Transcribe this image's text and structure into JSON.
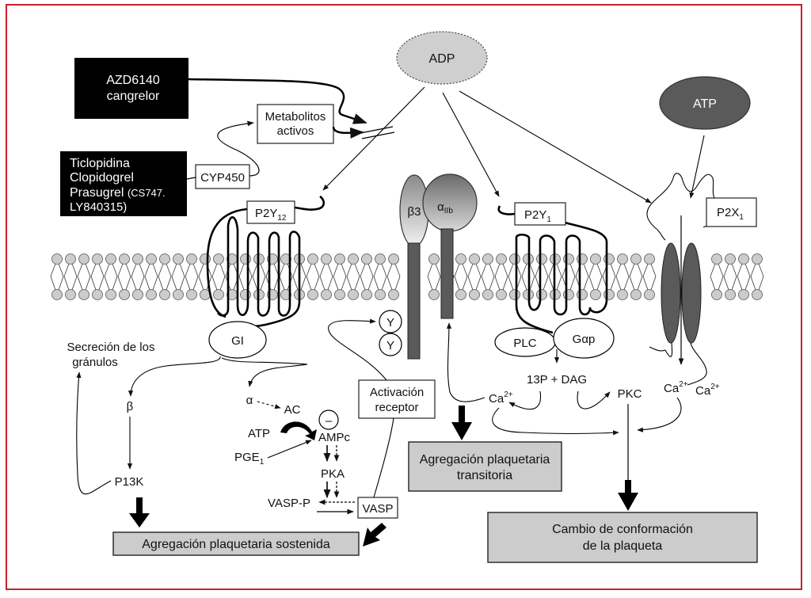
{
  "figure": {
    "frame_color": "#c8202c",
    "membrane_head_color": "#cccccc",
    "receptor_dark_color": "#5a5a5a",
    "outcome_box_color": "#cccccc"
  },
  "ligands": {
    "adp": "ADP",
    "atp_top": "ATP"
  },
  "drugs": {
    "direct": {
      "line1": "AZD6140",
      "line2": "cangrelor"
    },
    "prodrugs": {
      "line1": "Ticlopidina",
      "line2": "Clopidogrel",
      "line3": "Prasugrel",
      "line3_extra": "(CS747.",
      "line4": "LY840315)"
    }
  },
  "boxes": {
    "metabolitos_line1": "Metabolitos",
    "metabolitos_line2": "activos",
    "cyp": "CYP450",
    "activacion_line1": "Activación",
    "activacion_line2": "receptor",
    "vasp": "VASP"
  },
  "receptors": {
    "p2y12": {
      "base": "P2Y",
      "sub": "12"
    },
    "p2y1": {
      "base": "P2Y",
      "sub": "1"
    },
    "p2x1": {
      "base": "P2X",
      "sub": "1"
    },
    "beta3": "β3",
    "alpha_base": "α",
    "alpha_sub": "IIb"
  },
  "proteins": {
    "gi": "GI",
    "plc": "PLC",
    "gap": "Gαp",
    "y1": "Y",
    "y2": "Y"
  },
  "pathway": {
    "secrecion_line1": "Secreción de los",
    "secrecion_line2": "gránulos",
    "beta": "β",
    "p13k": "P13K",
    "alpha": "α",
    "ac": "AC",
    "atp": "ATP",
    "minus": "–",
    "ampc": "AMPc",
    "pge_base": "PGE",
    "pge_sub": "1",
    "pka": "PKA",
    "vasp_p": "VASP-P",
    "ip3_dag": "13P + DAG",
    "pkc": "PKC",
    "ca_base": "Ca",
    "ca_sup": "2+"
  },
  "outcomes": {
    "sostenida": "Agregación plaquetaria sostenida",
    "transitoria_line1": "Agregación plaquetaria",
    "transitoria_line2": "transitoria",
    "cambio_line1": "Cambio de conformación",
    "cambio_line2": "de la plaqueta"
  }
}
